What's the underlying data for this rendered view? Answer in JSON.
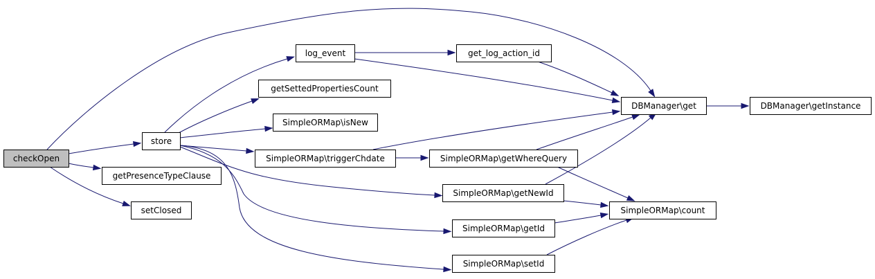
{
  "graph": {
    "edge_color": "#191970",
    "root_fill": "#bfbfbf",
    "node_fill": "#ffffff",
    "nodes": {
      "checkOpen": "checkOpen",
      "store": "store",
      "getPresenceTypeClause": "getPresenceTypeClause",
      "setClosed": "setClosed",
      "log_event": "log_event",
      "getSettedPropertiesCount": "getSettedPropertiesCount",
      "isNew": "SimpleORMap\\isNew",
      "triggerChdate": "SimpleORMap\\triggerChdate",
      "getLogActionId": "get_log_action_id",
      "getWhereQuery": "SimpleORMap\\getWhereQuery",
      "getNewId": "SimpleORMap\\getNewId",
      "getId": "SimpleORMap\\getId",
      "setId": "SimpleORMap\\setId",
      "dbGet": "DBManager\\get",
      "count": "SimpleORMap\\count",
      "getInstance": "DBManager\\getInstance"
    },
    "edges": [
      [
        "checkOpen",
        "store"
      ],
      [
        "checkOpen",
        "getPresenceTypeClause"
      ],
      [
        "checkOpen",
        "setClosed"
      ],
      [
        "checkOpen",
        "dbGet"
      ],
      [
        "store",
        "log_event"
      ],
      [
        "store",
        "getSettedPropertiesCount"
      ],
      [
        "store",
        "isNew"
      ],
      [
        "store",
        "triggerChdate"
      ],
      [
        "store",
        "getNewId"
      ],
      [
        "store",
        "getId"
      ],
      [
        "store",
        "setId"
      ],
      [
        "log_event",
        "getLogActionId"
      ],
      [
        "log_event",
        "dbGet"
      ],
      [
        "getLogActionId",
        "dbGet"
      ],
      [
        "triggerChdate",
        "dbGet"
      ],
      [
        "triggerChdate",
        "getWhereQuery"
      ],
      [
        "getWhereQuery",
        "dbGet"
      ],
      [
        "getWhereQuery",
        "count"
      ],
      [
        "getNewId",
        "dbGet"
      ],
      [
        "getNewId",
        "count"
      ],
      [
        "getId",
        "count"
      ],
      [
        "setId",
        "count"
      ],
      [
        "dbGet",
        "getInstance"
      ]
    ]
  }
}
